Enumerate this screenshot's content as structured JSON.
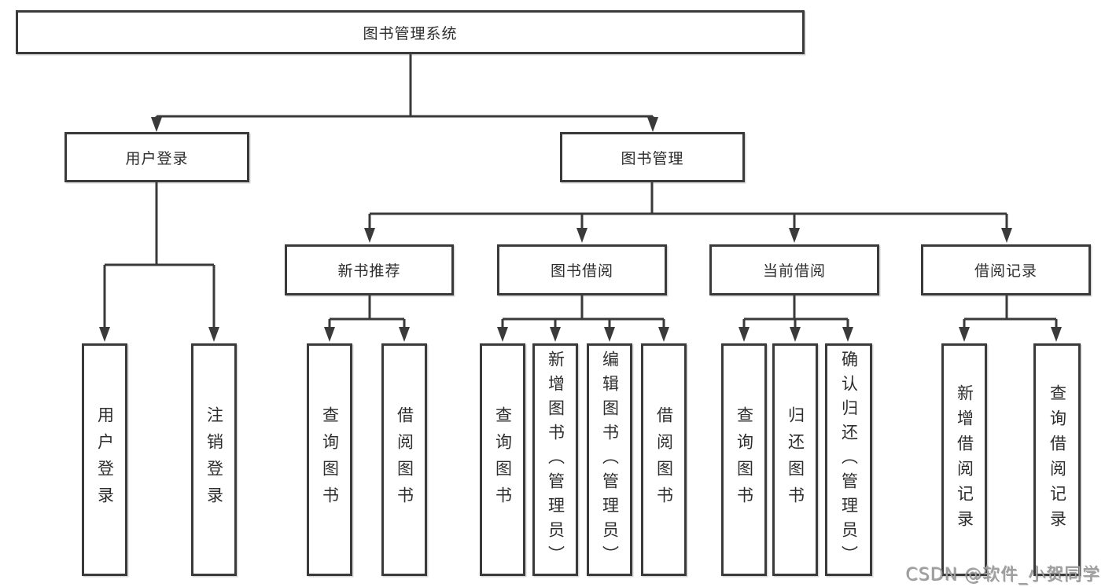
{
  "diagram": {
    "root": {
      "label": "图书管理系统"
    },
    "level2": {
      "user_login": {
        "label": "用户登录"
      },
      "book_mgmt": {
        "label": "图书管理"
      }
    },
    "level3": {
      "new_book_rec": {
        "label": "新书推荐"
      },
      "book_borrow": {
        "label": "图书借阅"
      },
      "current_borrow": {
        "label": "当前借阅"
      },
      "borrow_records": {
        "label": "借阅记录"
      }
    },
    "level4": {
      "user_login_leaf": {
        "label": "用户登录"
      },
      "logout": {
        "label": "注销登录"
      },
      "rec_search_book": {
        "label": "查询图书"
      },
      "rec_borrow_book": {
        "label": "借阅图书"
      },
      "bb_search_book": {
        "label": "查询图书"
      },
      "bb_add_book": {
        "label": "新增图书（管理员）"
      },
      "bb_edit_book": {
        "label": "编辑图书（管理员）"
      },
      "bb_borrow_book": {
        "label": "借阅图书"
      },
      "cb_search_book": {
        "label": "查询图书"
      },
      "cb_return_book": {
        "label": "归还图书"
      },
      "cb_confirm_return": {
        "label": "确认归还（管理员）"
      },
      "br_add_record": {
        "label": "新增借阅记录"
      },
      "br_search_record": {
        "label": "查询借阅记录"
      }
    }
  },
  "watermark": {
    "text": "CSDN @软件_小贺同学"
  },
  "colors": {
    "line": "#3a3a3a",
    "text": "#2d2d2d",
    "watermark": "#a0a0a0",
    "background": "#ffffff"
  }
}
